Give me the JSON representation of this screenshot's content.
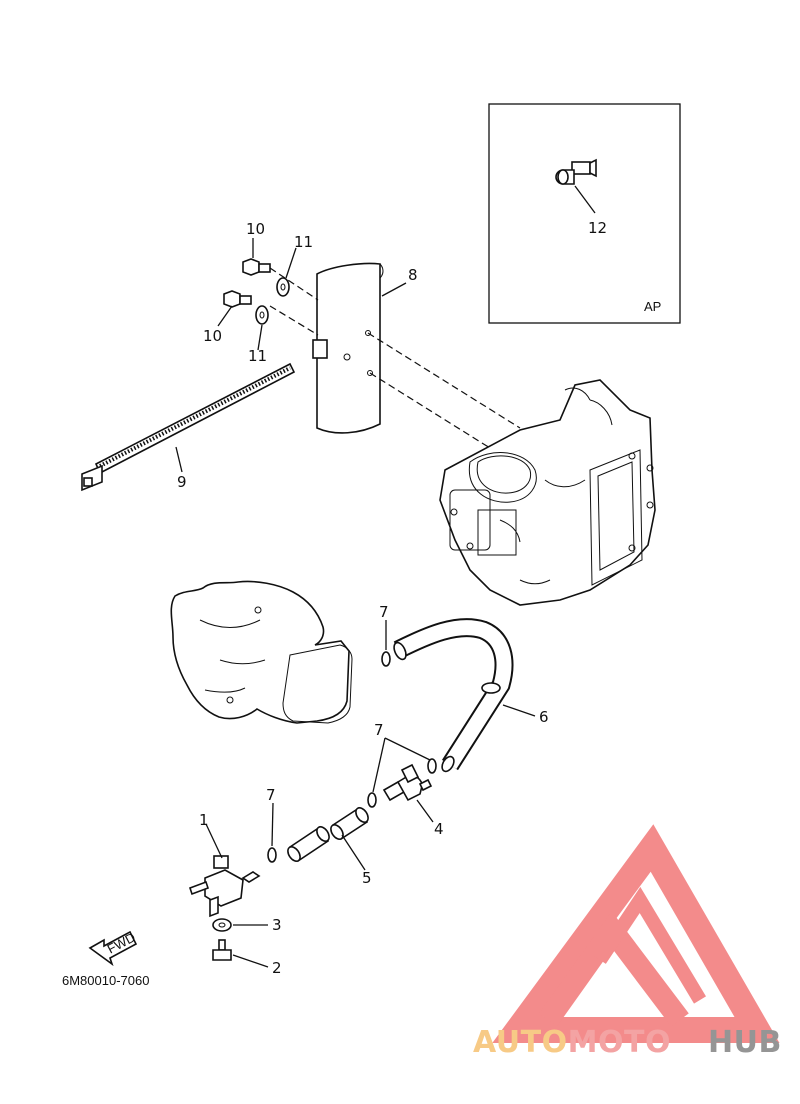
{
  "diagram": {
    "callouts": [
      "1",
      "2",
      "3",
      "4",
      "5",
      "6",
      "7",
      "7",
      "7",
      "8",
      "9",
      "10",
      "10",
      "11",
      "11",
      "12"
    ],
    "inset_label": "AP",
    "fwd_label": "FWD",
    "part_code": "6M80010-7060"
  },
  "watermark": {
    "brand_part1": "AUTOMOTO",
    "brand_part2": "HUB",
    "color_triangle": "#f27f7f",
    "color_auto": "#f7c57a",
    "color_moto": "#f29a9a",
    "color_hub": "#8a8a8a"
  }
}
